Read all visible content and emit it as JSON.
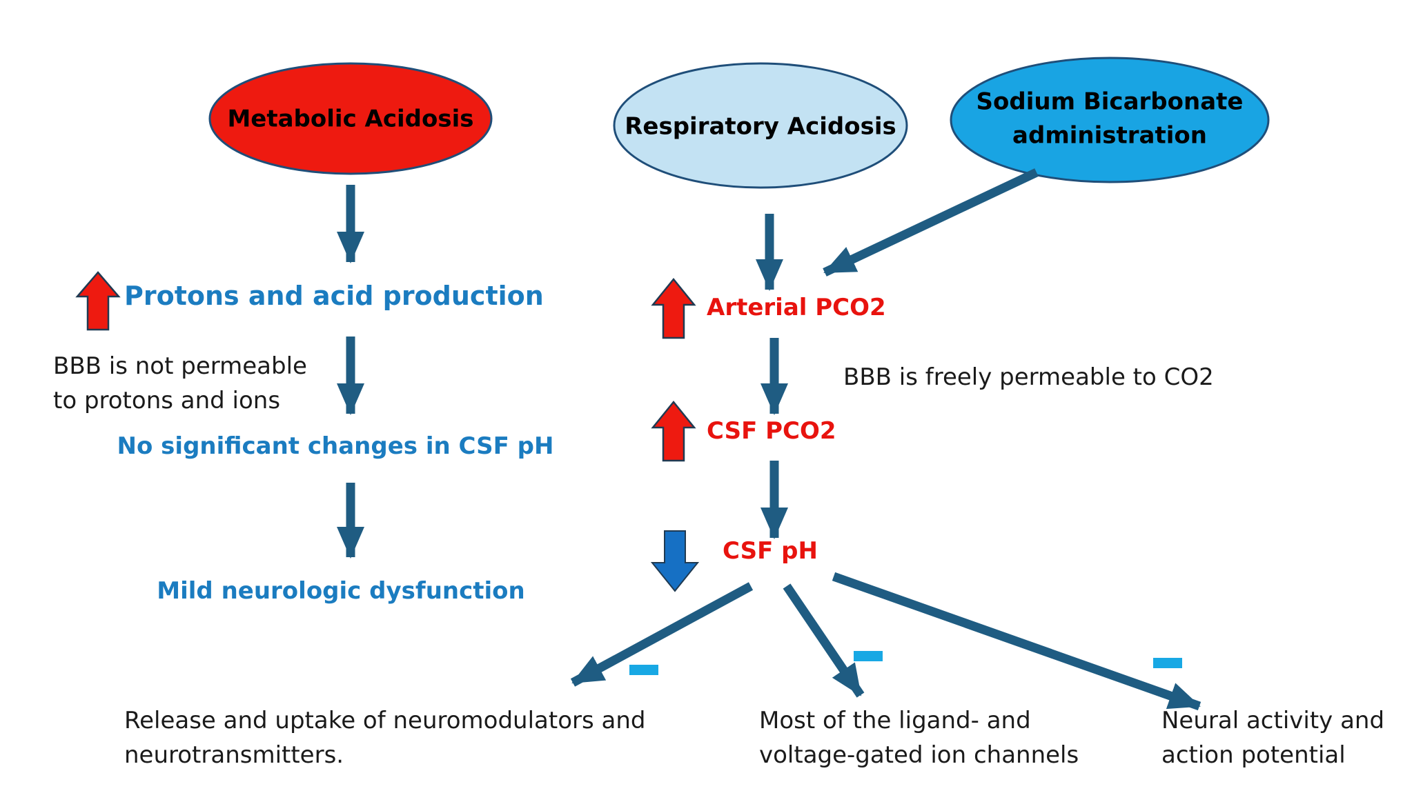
{
  "colors": {
    "arrow": "#1F5C82",
    "metabolic_fill": "#EE1A10",
    "respiratory_fill": "#C3E2F3",
    "bicarbonate_fill": "#19A4E3",
    "blue_text": "#1B7CC0",
    "red_text": "#E8130E",
    "minus_sign": "#18A8E4",
    "up_arrow": "#EE1A10",
    "down_arrow": "#1670C4"
  },
  "nodes": {
    "metabolic_acidosis": "Metabolic Acidosis",
    "respiratory_acidosis": "Respiratory Acidosis",
    "bicarbonate_line1": "Sodium Bicarbonate",
    "bicarbonate_line2": "administration"
  },
  "left_branch": {
    "protons": "Protons and acid production",
    "bbb_line1": "BBB is not permeable",
    "bbb_line2": "to protons and ions",
    "no_change": "No significant changes in CSF pH",
    "mild": "Mild neurologic dysfunction"
  },
  "right_branch": {
    "arterial": "Arterial PCO2",
    "bbb_free": "BBB is freely permeable to CO2",
    "csf_pco2": "CSF PCO2",
    "csf_ph": "CSF pH"
  },
  "outcomes": {
    "release_line1": "Release and uptake of neuromodulators and",
    "release_line2": "neurotransmitters.",
    "ligand_line1": "Most of the ligand- and",
    "ligand_line2": "voltage-gated ion channels",
    "neural_line1": "Neural activity and",
    "neural_line2": "action potential"
  }
}
